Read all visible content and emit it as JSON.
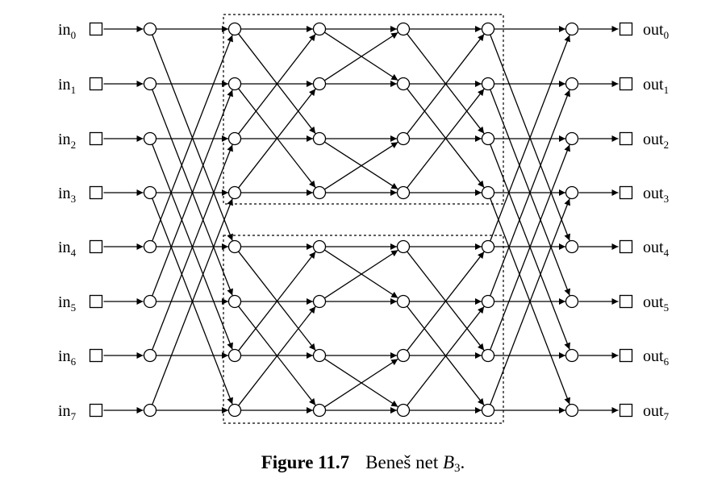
{
  "diagram": {
    "input_prefix": "in",
    "output_prefix": "out",
    "indices": [
      "0",
      "1",
      "2",
      "3",
      "4",
      "5",
      "6",
      "7"
    ],
    "node_shape_input_output": "square",
    "node_shape_switch": "circle",
    "subnetwork_boxes": [
      "upper",
      "lower"
    ],
    "box_style": "dashed"
  },
  "caption": {
    "figure_label": "Figure 11.7",
    "text": "Beneš net ",
    "math_symbol": "B",
    "math_subscript": "3",
    "trailing": "."
  }
}
